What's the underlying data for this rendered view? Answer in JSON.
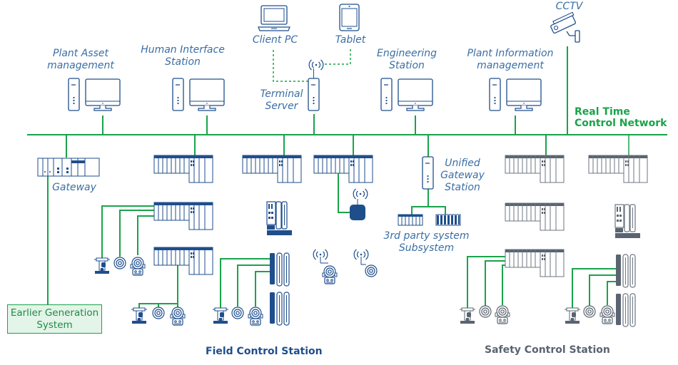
{
  "colors": {
    "network_green": "#1aa34a",
    "device_blue": "#1f4e8c",
    "label_blue": "#3a6ea5",
    "safety_gray": "#5a6470",
    "egs_fill": "#e3f4e8"
  },
  "network": {
    "name_line1": "Real Time",
    "name_line2": "Control Network"
  },
  "stations": {
    "plant_asset": {
      "line1": "Plant Asset",
      "line2": "management",
      "icon": "workstation-icon"
    },
    "his": {
      "line1": "Human Interface",
      "line2": "Station",
      "icon": "workstation-icon"
    },
    "client_pc": {
      "label": "Client PC",
      "icon": "laptop-icon"
    },
    "tablet": {
      "label": "Tablet",
      "icon": "tablet-icon"
    },
    "terminal_server": {
      "line1": "Terminal",
      "line2": "Server",
      "icon": "server-icon"
    },
    "engineering": {
      "line1": "Engineering",
      "line2": "Station",
      "icon": "workstation-icon"
    },
    "pim": {
      "line1": "Plant Information",
      "line2": "management",
      "icon": "workstation-icon"
    },
    "cctv": {
      "label": "CCTV",
      "icon": "cctv-camera-icon"
    }
  },
  "lower": {
    "gateway": {
      "label": "Gateway"
    },
    "ugs": {
      "line1": "Unified",
      "line2": "Gateway",
      "line3": "Station"
    },
    "third_party": {
      "line1": "3rd party system",
      "line2": "Subsystem"
    },
    "egs": {
      "line1": "Earlier Generation",
      "line2": "System"
    }
  },
  "sections": {
    "fcs": "Field Control Station",
    "scs": "Safety Control Station"
  }
}
